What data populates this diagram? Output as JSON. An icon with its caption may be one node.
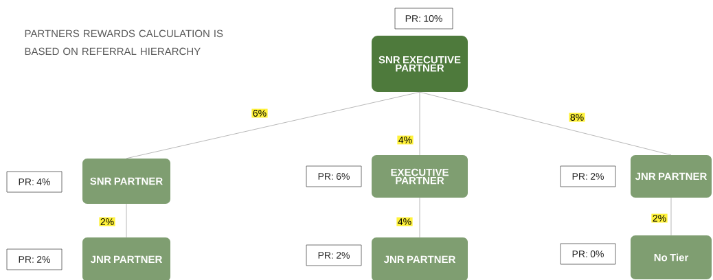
{
  "diagram": {
    "title": "PARTNERS REWARDS CALCULATION IS BASED ON REFERRAL HIERARCHY",
    "nodes": [
      {
        "text": [
          "PR: 10%"
        ]
      },
      {
        "text": [
          "SNR EXECUTIVE PARTNER"
        ]
      },
      {
        "text": [
          "PR: 4%"
        ]
      },
      {
        "text": [
          "SNR PARTNER"
        ]
      },
      {
        "text": [
          "PR: 6%"
        ]
      },
      {
        "text": [
          "EXECUTIVE PARTNER"
        ]
      },
      {
        "text": [
          "PR: 2%"
        ]
      },
      {
        "text": [
          "JNR PARTNER"
        ]
      },
      {
        "text": [
          "PR: 2%"
        ]
      },
      {
        "text": [
          "JNR PARTNER"
        ]
      },
      {
        "text": [
          "PR: 2%"
        ]
      },
      {
        "text": [
          "JNR PARTNER"
        ]
      },
      {
        "text": [
          "PR: 0%"
        ]
      },
      {
        "text": [
          "No Tier"
        ]
      }
    ],
    "edges": [
      {
        "from": 1,
        "to": 3,
        "arrow": "none",
        "label": "6%"
      },
      {
        "from": 1,
        "to": 5,
        "arrow": "none",
        "label": "4%"
      },
      {
        "from": 1,
        "to": 7,
        "arrow": "none",
        "label": "8%"
      },
      {
        "from": 3,
        "to": 9,
        "arrow": "none",
        "label": "2%"
      },
      {
        "from": 5,
        "to": 11,
        "arrow": "none",
        "label": "4%"
      },
      {
        "from": 7,
        "to": 13,
        "arrow": "none",
        "label": "2%"
      }
    ]
  }
}
